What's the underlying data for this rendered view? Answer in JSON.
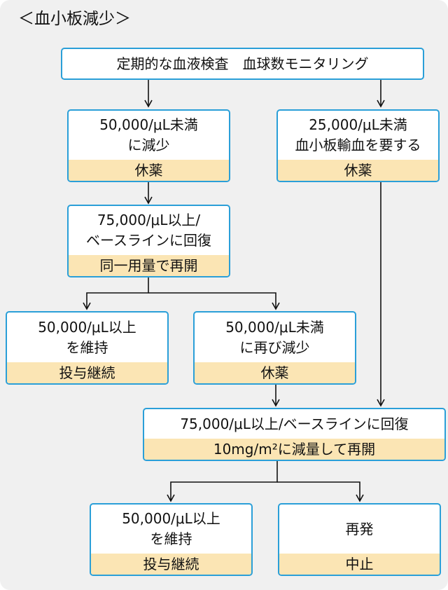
{
  "title": "＜血小板減少＞",
  "nodes": {
    "monitor": {
      "lines": [
        "定期的な血液検査　血球数モニタリング"
      ]
    },
    "under50k": {
      "lines": [
        "50,000/μL未満",
        "に減少"
      ],
      "action": "休薬"
    },
    "under25k": {
      "lines": [
        "25,000/μL未満",
        "血小板輸血を要する"
      ],
      "action": "休薬"
    },
    "recover75k": {
      "lines": [
        "75,000/μL以上/",
        "ベースラインに回復"
      ],
      "action": "同一用量で再開"
    },
    "maintain50k_a": {
      "lines": [
        "50,000/μL以上",
        "を維持"
      ],
      "action": "投与継続"
    },
    "reunder50k": {
      "lines": [
        "50,000/μL未満",
        "に再び減少"
      ],
      "action": "休薬"
    },
    "recover75k_reduce": {
      "lines": [
        "75,000/μL以上/ベースラインに回復"
      ],
      "action": "10mg/m²に減量して再開"
    },
    "maintain50k_b": {
      "lines": [
        "50,000/μL以上",
        "を維持"
      ],
      "action": "投与継続"
    },
    "recur": {
      "lines": [
        "再発"
      ],
      "action": "中止"
    }
  }
}
